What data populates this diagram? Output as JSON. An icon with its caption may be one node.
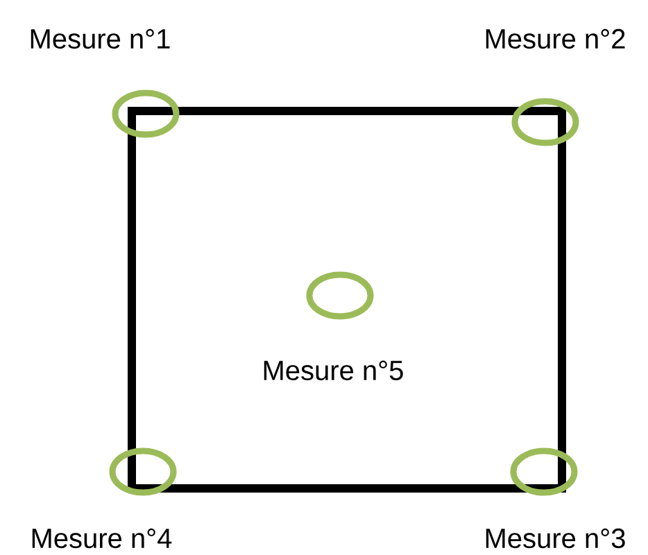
{
  "diagram": {
    "nodes": [
      {
        "text": [
          "Mesure n°1"
        ]
      },
      {
        "text": [
          "Mesure n°2"
        ]
      },
      {
        "text": [
          "Mesure n°5"
        ]
      },
      {
        "text": [
          "Mesure n°4"
        ]
      },
      {
        "text": [
          "Mesure n°3"
        ]
      }
    ]
  }
}
